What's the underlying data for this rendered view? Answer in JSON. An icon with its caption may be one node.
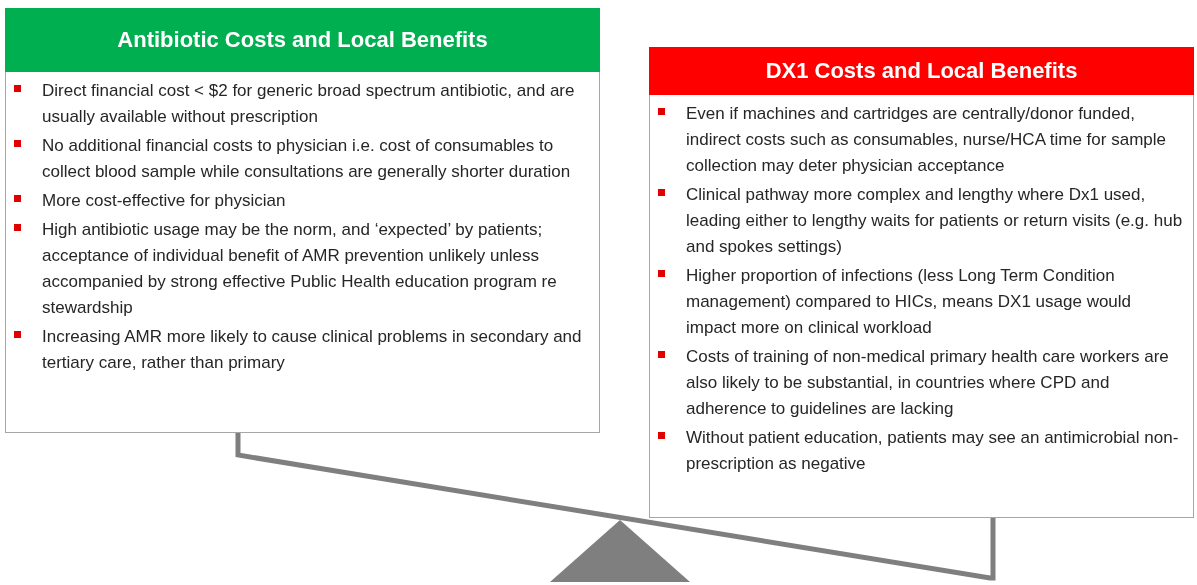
{
  "diagram": {
    "nodes": [
      {
        "text": [
          "Antibiotic Costs and Local Benefits",
          "Direct financial cost < $2 for generic broad spectrum antibiotic, and are usually available without prescription",
          "No additional financial costs to physician i.e. cost of consumables to collect blood sample while consultations are generally shorter duration",
          "More cost-effective for physician",
          "High antibiotic usage may be the norm, and ‘expected’ by patients; acceptance of individual benefit of AMR prevention unlikely unless accompanied by strong effective Public Health education program re stewardship",
          "Increasing AMR more likely to cause clinical problems in secondary and tertiary care, rather than primary"
        ]
      },
      {
        "text": [
          "DX1 Costs and Local Benefits",
          "Even if machines and cartridges are centrally/donor funded, indirect costs such as consumables, nurse/HCA time for sample collection may deter physician acceptance",
          "Clinical pathway more complex and lengthy where Dx1 used, leading either to lengthy waits for patients or return visits (e.g. hub and spokes settings)",
          "Higher proportion of infections (less Long Term Condition management) compared to HICs, means DX1 usage would impact more on clinical workload",
          "Costs of training of non-medical primary health care workers are also likely to be substantial, in countries where CPD and adherence to guidelines are lacking",
          "Without patient education, patients may see an antimicrobial non-prescription as negative"
        ]
      }
    ]
  }
}
